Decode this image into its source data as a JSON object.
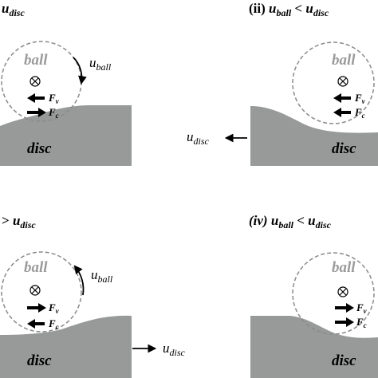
{
  "panels": [
    {
      "title_prefix": "",
      "title_ball_prefix": "",
      "title_relation": "",
      "title_clipped": "u",
      "title_sub": "disc",
      "ball_label": "ball",
      "disc_label": "disc",
      "u_ball": "u",
      "u_ball_sub": "ball",
      "u_disc": "",
      "u_disc_sub": "",
      "force_top": "F",
      "force_top_sub": "v",
      "force_bottom": "F",
      "force_bottom_sub": "c"
    },
    {
      "title_prefix": "(ii) ",
      "title_ball": "u",
      "title_ball_sub": "ball",
      "title_relation": " < ",
      "title_disc": "u",
      "title_disc_sub": "disc",
      "ball_label": "ball",
      "disc_label": "disc",
      "u_disc": "u",
      "u_disc_sub": "disc",
      "force_top": "F",
      "force_top_sub": "v",
      "force_bottom": "F",
      "force_bottom_sub": "c"
    },
    {
      "title_clipped": "> ",
      "title_disc": "u",
      "title_disc_sub": "disc",
      "ball_label": "ball",
      "disc_label": "disc",
      "u_ball": "u",
      "u_ball_sub": "ball",
      "u_disc": "u",
      "u_disc_sub": "disc",
      "force_top": "F",
      "force_top_sub": "v",
      "force_bottom": "F",
      "force_bottom_sub": "c"
    },
    {
      "title_prefix": "(iv) ",
      "title_ball": "u",
      "title_ball_sub": "ball",
      "title_relation": " < ",
      "title_disc": "u",
      "title_disc_sub": "disc",
      "ball_label": "ball",
      "disc_label": "disc",
      "force_top": "F",
      "force_top_sub": "v",
      "force_bottom": "F",
      "force_bottom_sub": "c"
    }
  ],
  "colors": {
    "disc_fill": "#979a99",
    "ball_outline": "#8a8a8a",
    "ball_text": "#9a9a9a",
    "ink": "#000000"
  },
  "icons": {
    "into_page": "circled-times-icon",
    "arrow": "arrow-icon"
  }
}
